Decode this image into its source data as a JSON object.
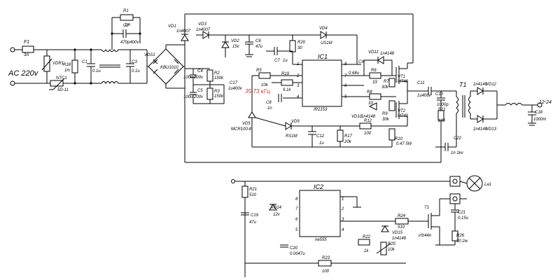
{
  "title": "",
  "labels": {
    "ac_input": "AC 220v",
    "output": "12-24",
    "freq": "35-73 кГц",
    "freq_color": "#c0392b"
  },
  "components": {
    "F1": {
      "ref": "F1",
      "val": "3A"
    },
    "VDR1": {
      "ref": "VDR1",
      "val": ""
    },
    "NTC1": {
      "ref": "NTC1",
      "val": "5D-11"
    },
    "R18": {
      "ref": "R18",
      "val": "1m"
    },
    "C1": {
      "ref": "C1",
      "val": "0.1u"
    },
    "R1": {
      "ref": "R1",
      "val": "1m"
    },
    "C2": {
      "ref": "C2",
      "val": "470p400v"
    },
    "C3": {
      "ref": "C3",
      "val": "0.1u"
    },
    "VDS1": {
      "ref": "VDS1",
      "val": "KBU1010"
    },
    "VD1": {
      "ref": "VD1",
      "val": "1n4007"
    },
    "VD3": {
      "ref": "VD3",
      "val": "1n4007"
    },
    "VD2": {
      "ref": "VD2",
      "val": "15v"
    },
    "C6": {
      "ref": "C6",
      "val": "47u"
    },
    "R20": {
      "ref": "R20",
      "val": "30"
    },
    "VD4": {
      "ref": "VD4",
      "val": "US1M"
    },
    "C4": {
      "ref": "C4",
      "val": "100u 200v"
    },
    "C5": {
      "ref": "C5",
      "val": "100u 200v"
    },
    "R2": {
      "ref": "R2",
      "val": "150k"
    },
    "R3": {
      "ref": "R3",
      "val": "150k"
    },
    "C17": {
      "ref": "C17",
      "val": "1u400v"
    },
    "C7": {
      "ref": "C7",
      "val": "1u"
    },
    "IC1": {
      "ref": "IC1",
      "val": "IR2153"
    },
    "C9": {
      "ref": "C9",
      "val": "0.68u"
    },
    "VD11": {
      "ref": "VD11",
      "val": "1n4148"
    },
    "R6": {
      "ref": "R6",
      "val": "33"
    },
    "R7": {
      "ref": "R7",
      "val": "30k"
    },
    "VT1": {
      "ref": "VT1",
      "val": "irf740"
    },
    "R5": {
      "ref": "R5",
      "val": "10k"
    },
    "R19": {
      "ref": "R19",
      "val": "9.1k"
    },
    "C8": {
      "ref": "C8",
      "val": "1n"
    },
    "R8": {
      "ref": "R8",
      "val": "33"
    },
    "VD10": {
      "ref": "VD10",
      "val": "1n4148"
    },
    "R9": {
      "ref": "R9",
      "val": "30k"
    },
    "VT2": {
      "ref": "VT2",
      "val": "irf740"
    },
    "C11": {
      "ref": "C11",
      "val": "1u400v"
    },
    "C10": {
      "ref": "C10",
      "val": "1000p"
    },
    "R11": {
      "ref": "R11",
      "val": "100"
    },
    "T1": {
      "ref": "T1",
      "val": ""
    },
    "VD12": {
      "ref": "VD12",
      "val": "1n4148"
    },
    "VD13": {
      "ref": "VD13",
      "val": "1n4148"
    },
    "C18": {
      "ref": "C18",
      "val": "1000m"
    },
    "C22": {
      "ref": "C22",
      "val": "1n 1kv"
    },
    "VD5": {
      "ref": "VD5",
      "val": "MCR100-8"
    },
    "VD9": {
      "ref": "VD9",
      "val": "RS1M"
    },
    "C12": {
      "ref": "C12",
      "val": "1u"
    },
    "R17": {
      "ref": "R17",
      "val": "20k"
    },
    "R12": {
      "ref": "R12",
      "val": "100"
    },
    "R10": {
      "ref": "R10",
      "val": "0.47 5W"
    },
    "IC2": {
      "ref": "IC2",
      "val": "ne555"
    },
    "R21": {
      "ref": "R21",
      "val": "510"
    },
    "C19": {
      "ref": "C19",
      "val": "47u"
    },
    "VD14": {
      "ref": "VD14",
      "val": "12v"
    },
    "C20": {
      "ref": "C20",
      "val": "0.0047u"
    },
    "R22": {
      "ref": "R22",
      "val": "1k"
    },
    "R25": {
      "ref": "R25",
      "val": "10k"
    },
    "VD15": {
      "ref": "VD15",
      "val": "1n4148"
    },
    "R24": {
      "ref": "R24",
      "val": "510"
    },
    "T1b": {
      "ref": "T1",
      "val": "irfz44n"
    },
    "C21": {
      "ref": "C21",
      "val": "0.15u"
    },
    "R26": {
      "ref": "R26",
      "val": "30 2w"
    },
    "R23": {
      "ref": "R23",
      "val": "100"
    },
    "La1": {
      "ref": "La1",
      "val": ""
    }
  },
  "pins": {
    "ic1_left": [
      "1",
      "2",
      "3",
      "4"
    ],
    "ic1_right": [
      "8",
      "7",
      "6",
      "5"
    ],
    "ic2_left": [
      "8",
      "7",
      "6",
      "5"
    ],
    "ic2_right": [
      "1",
      "2",
      "3",
      "4"
    ]
  }
}
